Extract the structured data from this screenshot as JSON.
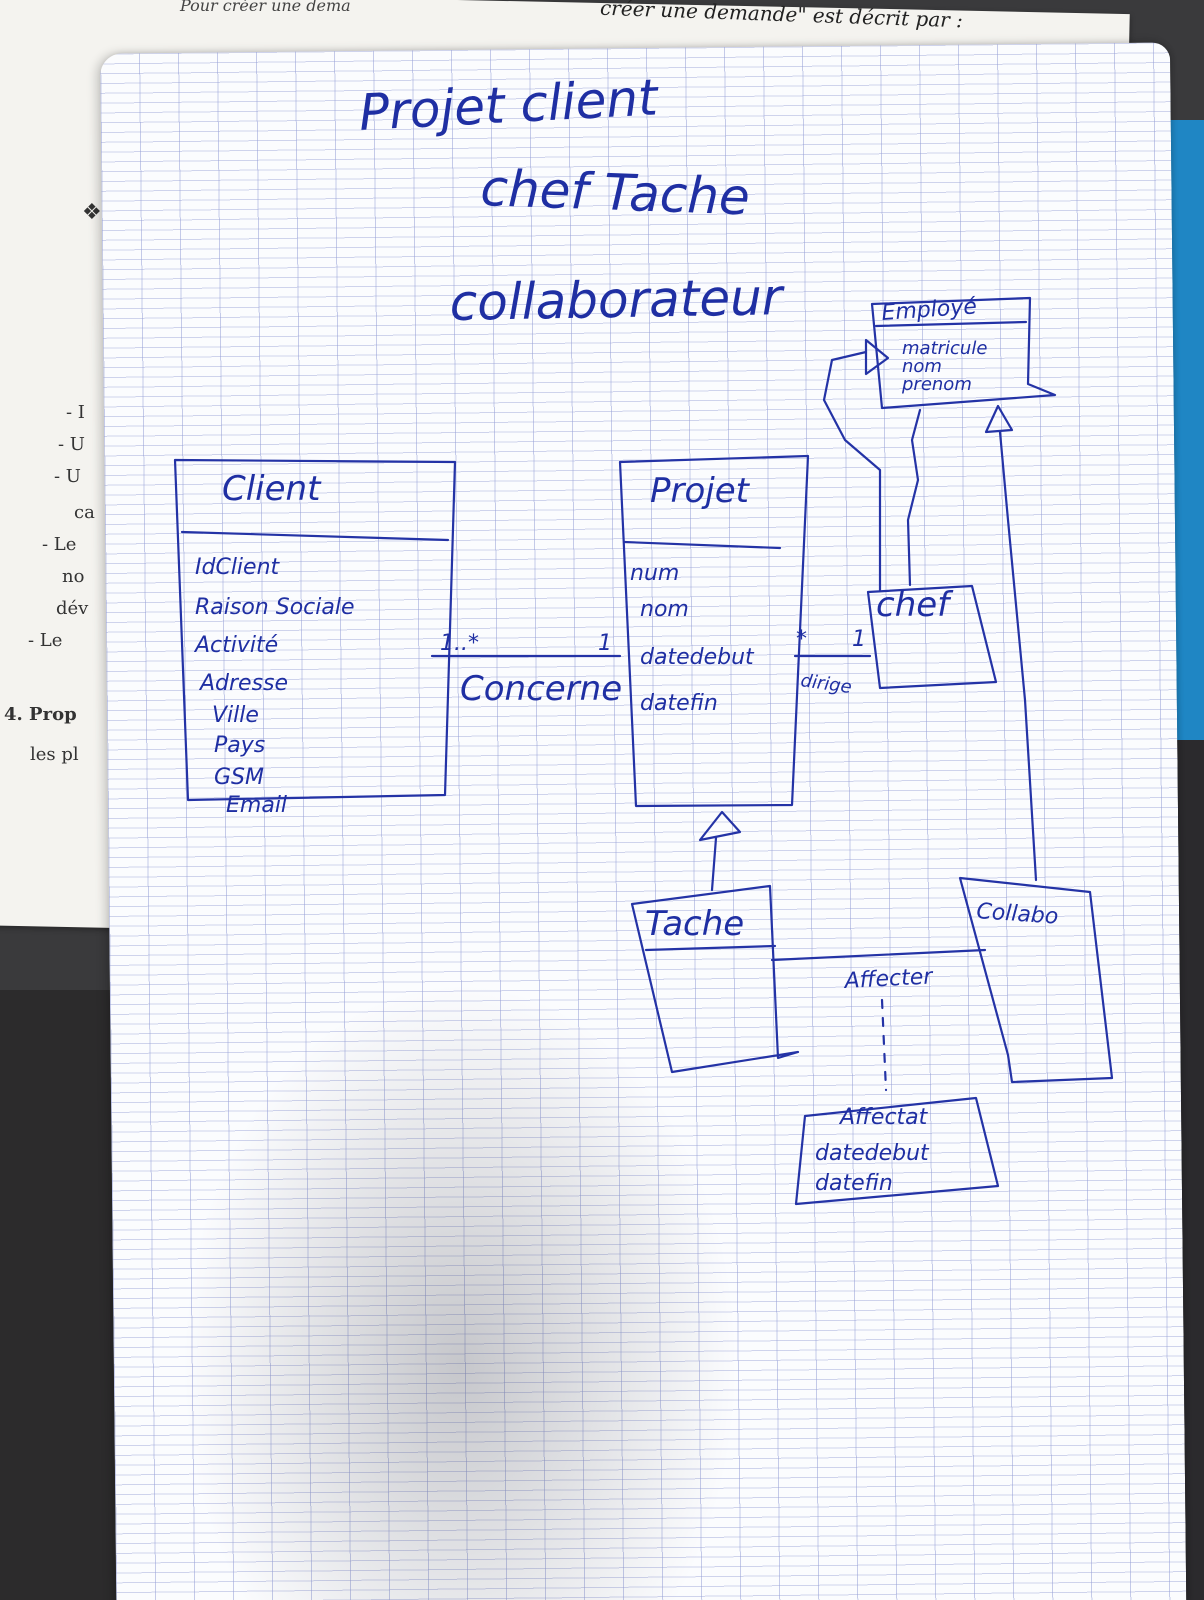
{
  "printed_page": {
    "top_caption": "créer une demande\" est décrit par :",
    "top_left_caption": "Pour créer une dema",
    "margin_items": [
      "- I",
      "- U",
      "- U",
      "ca",
      "- Le",
      "no",
      "dév",
      "- Le",
      "4. Prop",
      "les pl"
    ]
  },
  "notes": {
    "title_lines": [
      "Projet client",
      "chef Tache",
      "collaborateur"
    ]
  },
  "diagram": {
    "classes": [
      {
        "id": "client",
        "name": "Client",
        "attributes": [
          "IdClient",
          "Raison Sociale",
          "Activité",
          "Adresse",
          "Ville",
          "Pays",
          "GSM",
          "Email"
        ]
      },
      {
        "id": "projet",
        "name": "Projet",
        "attributes": [
          "num",
          "nom",
          "datedebut",
          "datefin"
        ]
      },
      {
        "id": "employee",
        "name": "Employé",
        "attributes": [
          "matricule",
          "nom",
          "prenom"
        ]
      },
      {
        "id": "chef",
        "name": "chef",
        "attributes": []
      },
      {
        "id": "tache",
        "name": "Tache",
        "attributes": []
      },
      {
        "id": "collab",
        "name": "Collabo",
        "attributes": []
      },
      {
        "id": "affectation",
        "name": "Affectat",
        "attributes": [
          "datedebut",
          "datefin"
        ]
      }
    ],
    "associations": [
      {
        "id": "concerne",
        "name": "Concerne",
        "from": "client",
        "to": "projet",
        "mult_from": "1..*",
        "mult_to": "1"
      },
      {
        "id": "dirige",
        "name": "dirige",
        "from": "projet",
        "to": "chef",
        "mult_from": "*",
        "mult_to": "1"
      },
      {
        "id": "affecter",
        "name": "Affecter",
        "from": "tache",
        "to": "collab"
      }
    ]
  }
}
